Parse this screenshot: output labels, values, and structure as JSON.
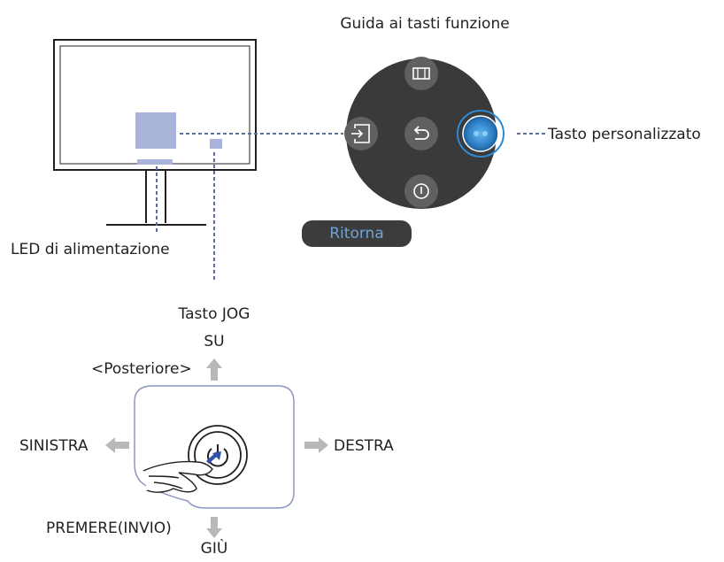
{
  "labels": {
    "guide_title": "Guida ai tasti funzione",
    "custom_key": "Tasto personalizzato",
    "power_led": "LED di alimentazione",
    "jog_key": "Tasto JOG",
    "up": "SU",
    "back": "<Posteriore>",
    "left": "SINISTRA",
    "right": "DESTRA",
    "press": "PREMERE(INVIO)",
    "down": "GIÙ"
  },
  "function_guide": {
    "return_button": "Ritorna",
    "icons": {
      "up": "picture-mode-icon",
      "left": "source-input-icon",
      "center": "return-icon",
      "right": "custom-key-icon",
      "down": "power-icon"
    }
  },
  "jog_control": {
    "center_icon": "power-icon",
    "hand": "finger-pressing-hand"
  },
  "colors": {
    "dashed_line": "#5b6f9c",
    "led_highlight": "#aab3d9",
    "panel": "#3a3a3a",
    "button": "#606060",
    "custom_highlight": "#2f8ad4",
    "return_text": "#6fa3d6",
    "arrow": "#b8b8b8",
    "jog_frame": "#8c96c4"
  }
}
